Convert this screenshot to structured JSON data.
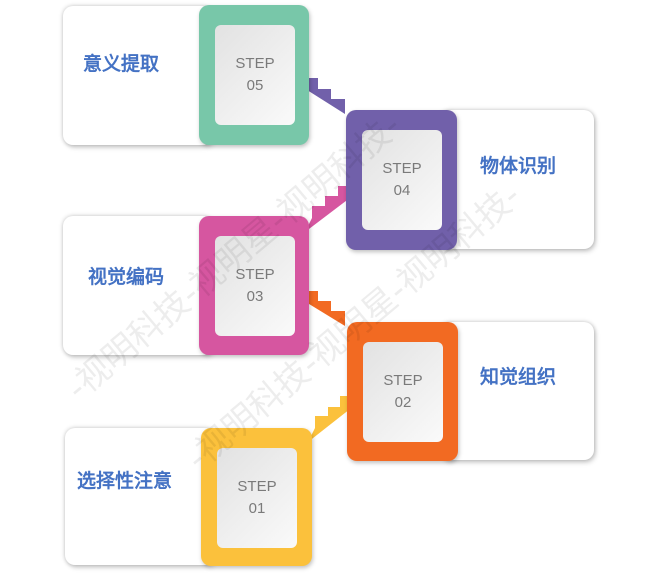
{
  "watermark": "-视明科技-视明星-视明科技-",
  "steps": [
    {
      "step": "STEP",
      "num": "01",
      "label": "选择性注意",
      "color": "#fbc13c"
    },
    {
      "step": "STEP",
      "num": "02",
      "label": "知觉组织",
      "color": "#f26a22"
    },
    {
      "step": "STEP",
      "num": "03",
      "label": "视觉编码",
      "color": "#d656a0"
    },
    {
      "step": "STEP",
      "num": "04",
      "label": "物体识别",
      "color": "#7160aa"
    },
    {
      "step": "STEP",
      "num": "05",
      "label": "意义提取",
      "color": "#78c7a9"
    }
  ]
}
